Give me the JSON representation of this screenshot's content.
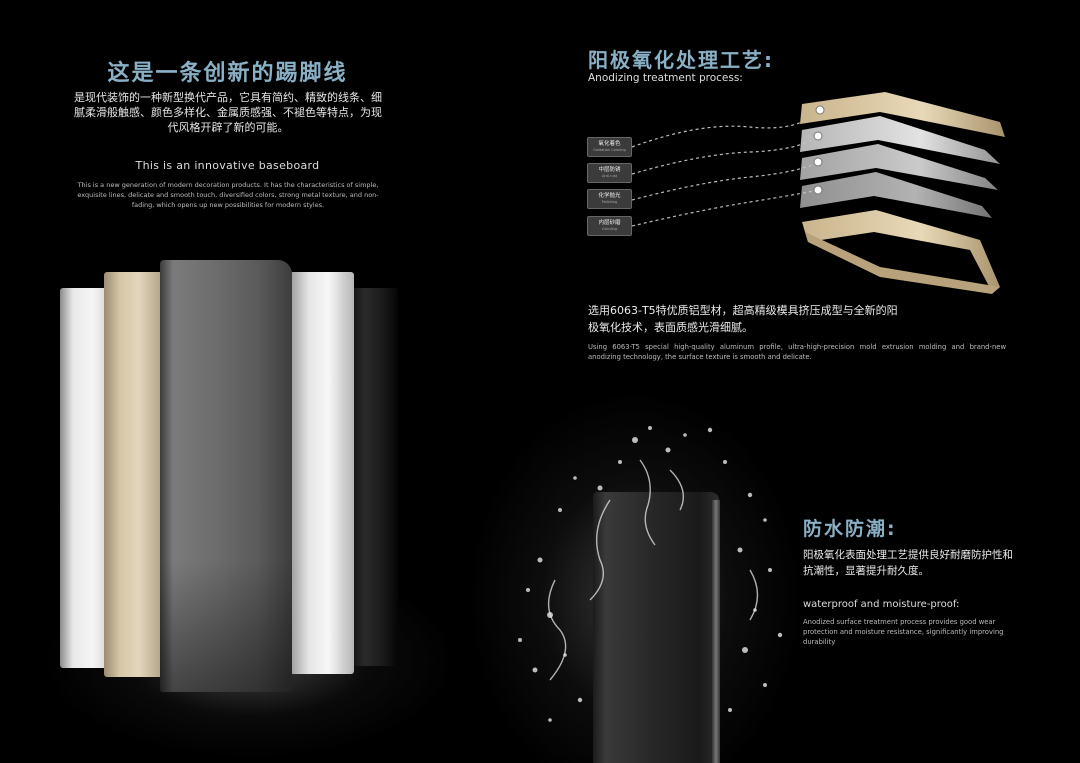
{
  "intro": {
    "title_cn": "这是一条创新的踢脚线",
    "desc_cn": "是现代装饰的一种新型换代产品，它具有简约、精致的线条、细腻柔滑般触感、颜色多样化、金属质感强、不褪色等特点，为现代风格开辟了新的可能。",
    "subtitle_en": "This is an innovative baseboard",
    "desc_en": "This is a new generation of modern decoration products. It has the characteristics of simple, exquisite lines, delicate and smooth touch, diversified colors, strong metal texture, and non-fading, which opens up new possibilities for modern styles."
  },
  "anodizing": {
    "title_cn": "阳极氧化处理工艺:",
    "title_en": "Anodizing treatment process:",
    "layers": [
      {
        "cn": "氧化着色",
        "en": "Oxidation Coloring"
      },
      {
        "cn": "中层防锈",
        "en": "Anti-rust"
      },
      {
        "cn": "化学抛光",
        "en": "Polishing"
      },
      {
        "cn": "内层砂磨",
        "en": "Grinding"
      }
    ],
    "desc_cn": "选用6063-T5特优质铝型材，超高精级模具挤压成型与全新的阳极氧化技术，表面质感光滑细腻。",
    "desc_en": "Using 6063-T5 special high-quality aluminum profile, ultra-high-precision mold extrusion molding and brand-new anodizing technology, the surface texture is smooth and delicate."
  },
  "waterproof": {
    "title_cn": "防水防潮:",
    "desc_cn": "阳极氧化表面处理工艺提供良好耐磨防护性和抗潮性，显著提升耐久度。",
    "title_en": "waterproof and moisture-proof:",
    "desc_en": "Anodized surface treatment process provides good wear protection and moisture resistance, significantly improving durability"
  },
  "colors": {
    "accent": "#8ab0c6",
    "background": "#000000",
    "gold": "#d6c7a8"
  }
}
